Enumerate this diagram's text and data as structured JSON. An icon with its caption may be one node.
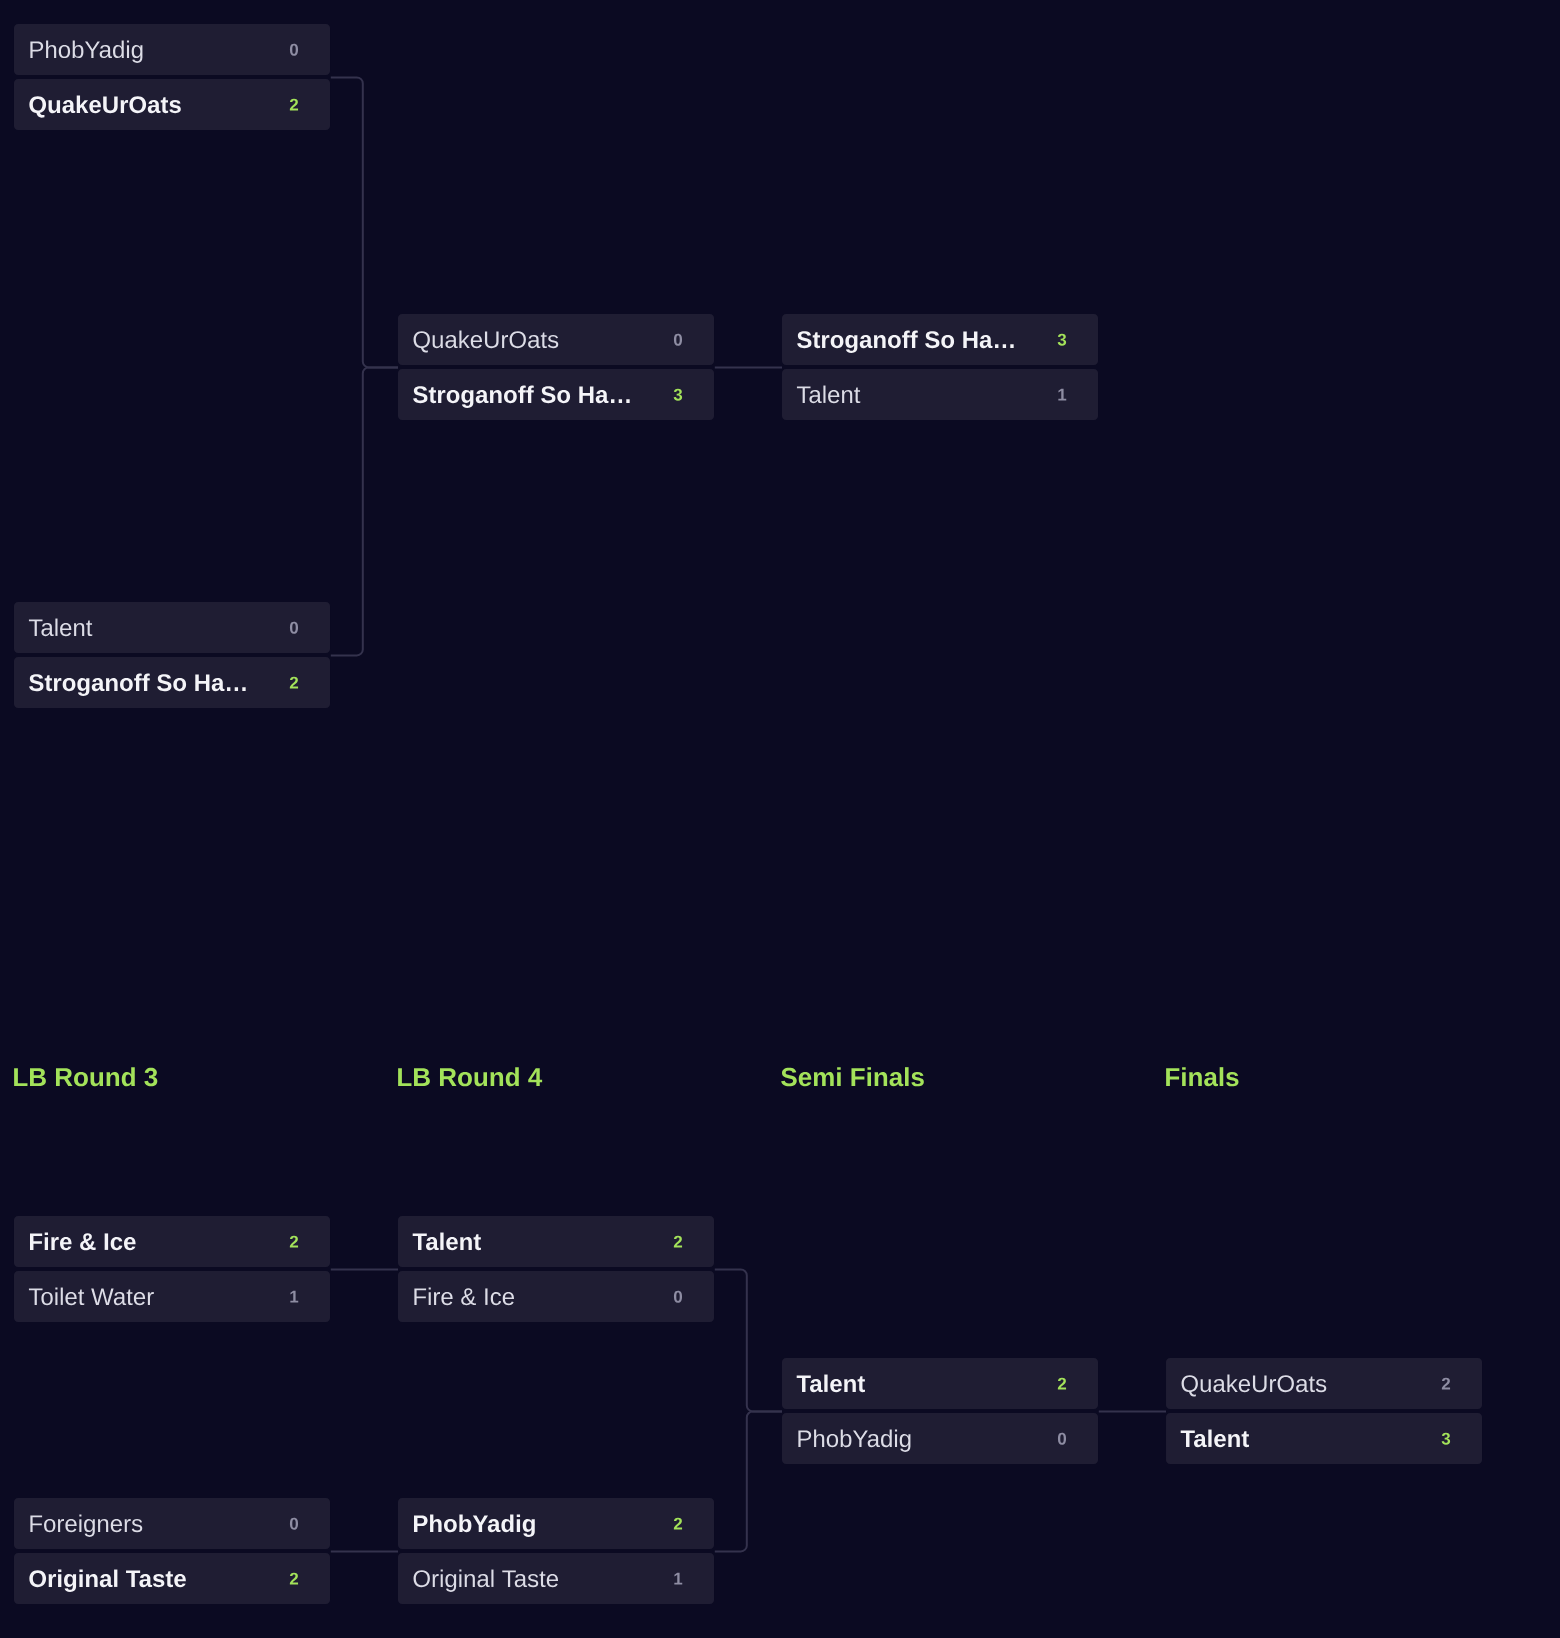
{
  "diagram": {
    "nodes": [
      {
        "text": [
          "PhobYadig",
          "0",
          "QuakeUrOats",
          "2"
        ]
      },
      {
        "text": [
          "Talent",
          "0",
          "Stroganoff So Ha…",
          "2"
        ]
      },
      {
        "text": [
          "QuakeUrOats",
          "0",
          "Stroganoff So Ha…",
          "3"
        ]
      },
      {
        "text": [
          "Stroganoff So Ha…",
          "3",
          "Talent",
          "1"
        ]
      },
      {
        "text": [
          "Fire & Ice",
          "2",
          "Toilet Water",
          "1"
        ]
      },
      {
        "text": [
          "Foreigners",
          "0",
          "Original Taste",
          "2"
        ]
      },
      {
        "text": [
          "Talent",
          "2",
          "Fire & Ice",
          "0"
        ]
      },
      {
        "text": [
          "PhobYadig",
          "2",
          "Original Taste",
          "1"
        ]
      },
      {
        "text": [
          "Talent",
          "2",
          "PhobYadig",
          "0"
        ]
      },
      {
        "text": [
          "QuakeUrOats",
          "2",
          "Talent",
          "3"
        ]
      }
    ],
    "edges": [
      {
        "from": 0,
        "to": 2,
        "arrow": "none"
      },
      {
        "from": 1,
        "to": 2,
        "arrow": "none"
      },
      {
        "from": 2,
        "to": 3,
        "arrow": "none"
      },
      {
        "from": 4,
        "to": 6,
        "arrow": "none"
      },
      {
        "from": 5,
        "to": 7,
        "arrow": "none"
      },
      {
        "from": 6,
        "to": 8,
        "arrow": "none"
      },
      {
        "from": 7,
        "to": 8,
        "arrow": "none"
      },
      {
        "from": 8,
        "to": 9,
        "arrow": "none"
      }
    ],
    "labels": [
      "LB Round 3",
      "LB Round 4",
      "Semi Finals",
      "Finals"
    ]
  }
}
